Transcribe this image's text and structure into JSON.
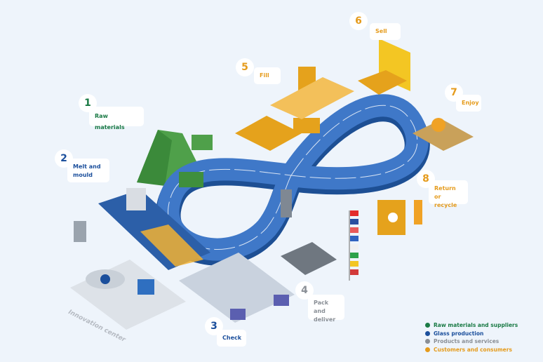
{
  "steps": [
    {
      "number": "1",
      "label": "Raw materials",
      "category": "raw"
    },
    {
      "number": "2",
      "label": "Melt and mould",
      "category": "glass"
    },
    {
      "number": "3",
      "label": "Check",
      "category": "glass"
    },
    {
      "number": "4",
      "label": "Pack and deliver",
      "category": "products"
    },
    {
      "number": "5",
      "label": "Fill",
      "category": "customers"
    },
    {
      "number": "6",
      "label": "Sell",
      "category": "customers"
    },
    {
      "number": "7",
      "label": "Enjoy",
      "category": "customers"
    },
    {
      "number": "8",
      "label": "Return or recycle",
      "category": "customers"
    }
  ],
  "innovation_center": "Innovation center",
  "legend": [
    {
      "label": "Raw materials and suppliers",
      "color": "#1a7a45"
    },
    {
      "label": "Glass production",
      "color": "#1b4f9c"
    },
    {
      "label": "Products and services",
      "color": "#8a8f96"
    },
    {
      "label": "Customers and consumers",
      "color": "#e59b1c"
    }
  ]
}
